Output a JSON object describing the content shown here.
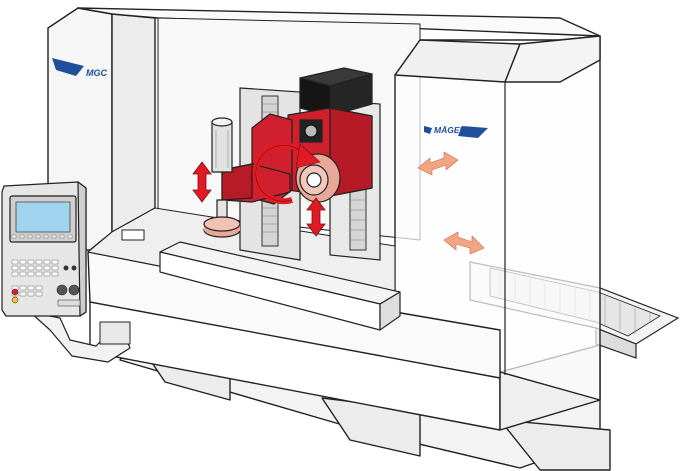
{
  "brand_left": "MGC",
  "brand_right": "MÄGERLE",
  "colors": {
    "machine_red": "#d0202e",
    "dark_red": "#9e1520",
    "motion_arrow": "#e01b24",
    "brand_blue": "#1f4e9a",
    "panel_screen": "#9fd3ee",
    "panel_body": "#e6e6e6",
    "table_arrow": "#f4a582",
    "grinding_wheel": "#e8a898",
    "outline": "#222222"
  },
  "icons": [
    "vertical-motion-arrow",
    "rotation-arrow",
    "horizontal-motion-arrow"
  ]
}
